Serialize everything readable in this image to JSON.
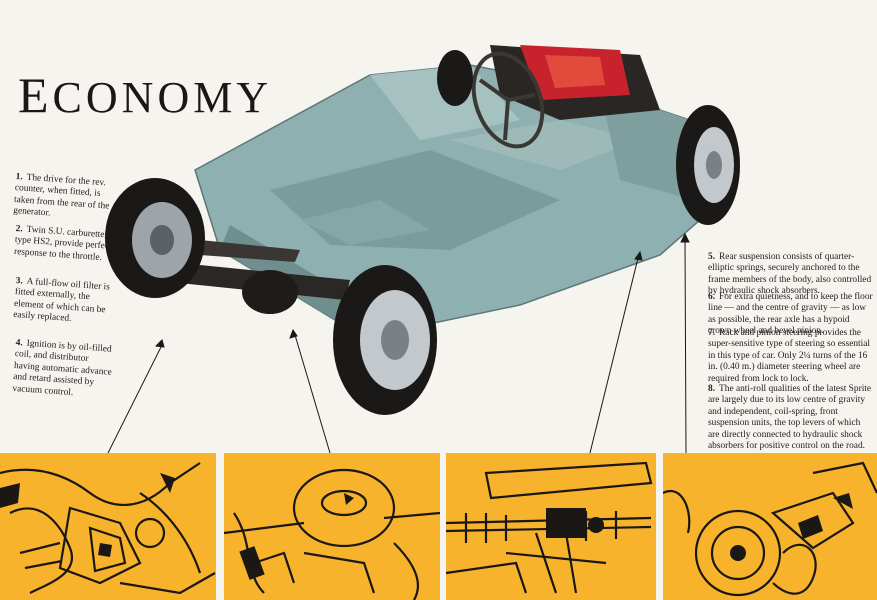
{
  "page": {
    "title_first": "E",
    "title_rest": "CONOMY"
  },
  "notes": [
    {
      "num": "1.",
      "text": "The drive for the rev. counter, when fitted, is taken from the rear of the generator."
    },
    {
      "num": "2.",
      "text": "Twin S.U. carburetters, type HS2, provide perfect response to the throttle."
    },
    {
      "num": "3.",
      "text": "A full-flow oil filter is fitted externally, the element of which can be easily replaced."
    },
    {
      "num": "4.",
      "text": "Ignition is by oil-filled coil, and distributor having automatic advance and retard assisted by vacuum control."
    },
    {
      "num": "5.",
      "text": "Rear suspension consists of quarter-elliptic springs, securely anchored to the frame members of the body, also controlled by hydraulic shock absorbers."
    },
    {
      "num": "6.",
      "text": "For extra quietness, and to keep the floor line — and the centre of gravity — as low as possible, the rear axle has a hypoid crown wheel and bevel pinion."
    },
    {
      "num": "7.",
      "text": "Rack and pinion steering provides the super-sensitive type of steering so essential in this type of car. Only 2¼ turns of the 16 in. (0.40 m.) diameter steering wheel are required from lock to lock."
    },
    {
      "num": "8.",
      "text": "The anti-roll qualities of the latest Sprite are largely due to its low centre of gravity and independent, coil-spring, front suspension units, the top levers of which are directly connected to hydraulic shock absorbers for positive control on the road."
    }
  ],
  "colors": {
    "background": "#f6f4ef",
    "panel_yellow": "#f7b32b",
    "body_shell": "#8fb0b0",
    "engine_red": "#c8232c",
    "ink": "#1c1a18"
  }
}
